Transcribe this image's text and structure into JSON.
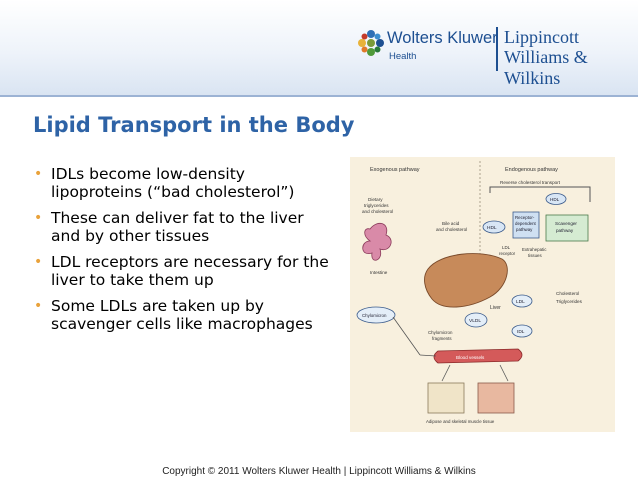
{
  "header": {
    "brand_name": "Wolters Kluwer",
    "brand_sub": "Health",
    "publisher_line1": "Lippincott",
    "publisher_line2": "Williams & Wilkins"
  },
  "slide": {
    "title": "Lipid Transport in the Body",
    "bullets": [
      "IDLs become low-density lipoproteins (“bad cholesterol”)",
      "These can deliver fat to the liver and by other tissues",
      "LDL receptors are necessary for the liver to take them up",
      "Some LDLs are taken up by scavenger cells like macrophages"
    ],
    "bullet_symbol": "•"
  },
  "figure": {
    "exogenous": "Exogenous pathway",
    "endogenous": "Endogenous pathway",
    "reverse": "Reverse cholesterol transport",
    "dietary": [
      "Dietary",
      "triglycerides",
      "and cholesterol"
    ],
    "intestine": "Intestine",
    "bile": [
      "Bile acid",
      "and cholesterol"
    ],
    "hdl": "HDL",
    "hdl2": "HDL",
    "receptor": [
      "Receptor-",
      "dependent",
      "pathway"
    ],
    "scavenger": [
      "Scavenger",
      "pathway"
    ],
    "extrahepatic": [
      "Extrahepatic",
      "tissues"
    ],
    "ldl_receptor": [
      "LDL",
      "receptor"
    ],
    "liver": "Liver",
    "chylomicron": "Chylomicron",
    "vldl": "VLDL",
    "ldl": "LDL",
    "idl": "IDL",
    "legend_chol": "Cholesterol",
    "legend_tri": "Triglycerides",
    "fragments": [
      "Chylomicron",
      "fragments"
    ],
    "blood_vessels": "Blood vessels",
    "adipose": "Adipose and skeletal muscle tissue"
  },
  "footer": {
    "copyright": "Copyright © 2011 Wolters Kluwer Health | Lippincott Williams & Wilkins"
  },
  "colors": {
    "title": "#2e63a6",
    "bullet": "#e9a23b",
    "brand": "#1d4f91",
    "figure_bg": "#f8f0de"
  }
}
